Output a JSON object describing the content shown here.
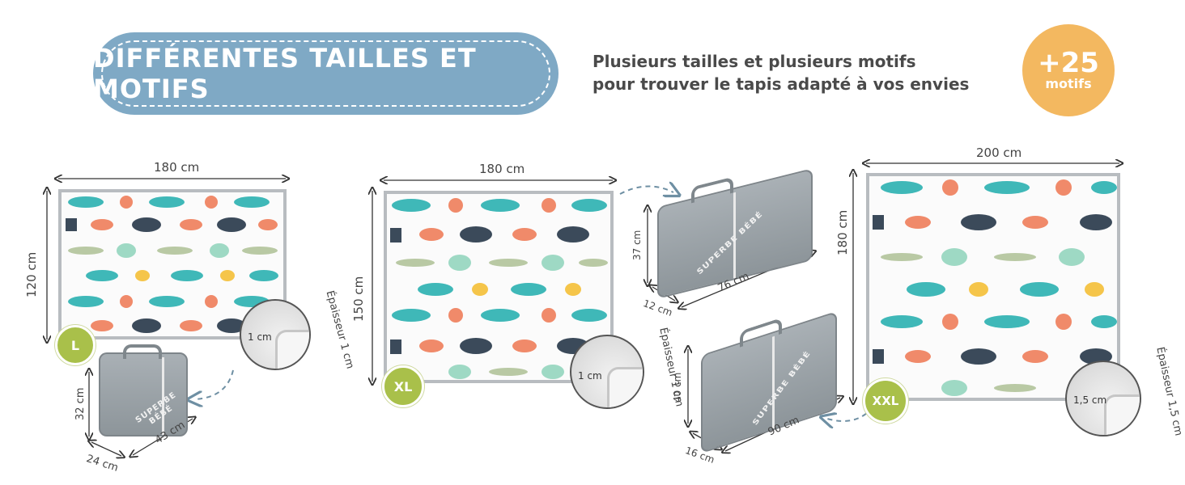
{
  "header": {
    "title": "DIFFÉRENTES TAILLES ET MOTIFS",
    "tagline_line1": "Plusieurs tailles et plusieurs motifs",
    "tagline_line2": "pour trouver le tapis adapté à vos envies",
    "badge_number": "+25",
    "badge_text": "motifs"
  },
  "colors": {
    "pill": "#7fa9c5",
    "badge": "#f3b860",
    "size_badge": "#a9c04a",
    "fish_teal": "#3fb8b8",
    "fish_coral": "#f08a6a",
    "fish_yellow": "#f5c54a",
    "fish_navy": "#3b4a5a",
    "fish_mint": "#9ed9c4"
  },
  "mats": {
    "l": {
      "size": "L",
      "width": "180 cm",
      "height": "120 cm",
      "thickness_zoom": "1 cm",
      "thickness_text": "Épaisseur 1 cm",
      "bag": {
        "brand": "SUPERBE BÉBÉ",
        "height": "32 cm",
        "depth": "24 cm",
        "width": "43 cm"
      }
    },
    "xl": {
      "size": "XL",
      "width": "180 cm",
      "height": "150 cm",
      "thickness_zoom": "1 cm",
      "thickness_text": "Épaisseur 1 cm",
      "bag": {
        "brand": "SUPERBE BÉBÉ",
        "height": "37 cm",
        "depth": "12 cm",
        "width": "76 cm"
      }
    },
    "xxl": {
      "size": "XXL",
      "width": "200 cm",
      "height": "180 cm",
      "thickness_zoom": "1,5 cm",
      "thickness_text": "Épaisseur 1,5 cm",
      "bag": {
        "brand": "SUPERBE BÉBÉ",
        "height": "40 cm",
        "depth": "16 cm",
        "width": "90 cm"
      }
    }
  }
}
